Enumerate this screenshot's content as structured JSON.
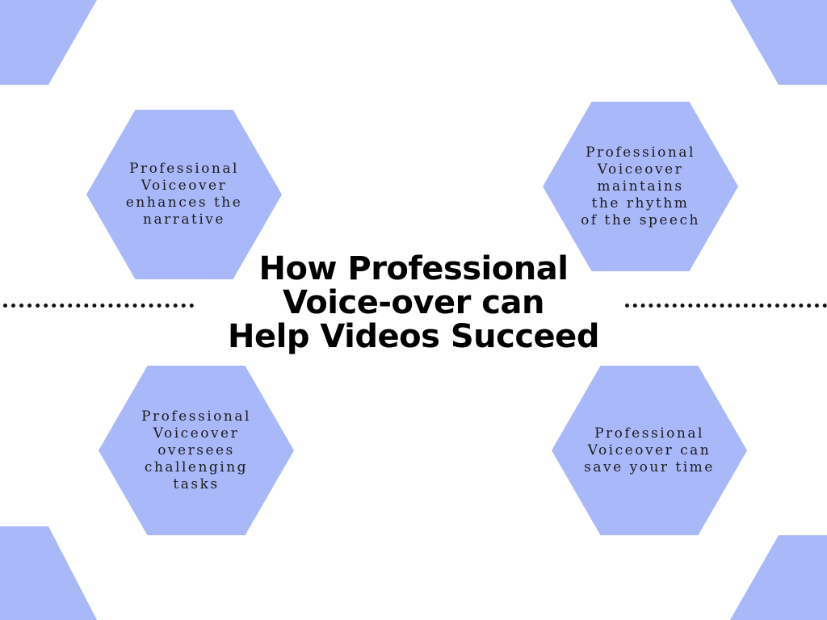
{
  "diagram": {
    "title_lines": [
      "How Professional",
      "Voice-over can",
      "Help Videos Succeed"
    ],
    "nodes": [
      {
        "text": "Professional Voiceover enhances the narrative"
      },
      {
        "text": "Professional Voiceover maintains the rhythm of the speech"
      },
      {
        "text": "Professional Voiceover oversees challenging tasks"
      },
      {
        "text": "Professional Voiceover can save your time"
      }
    ]
  },
  "colors": {
    "hexagon_fill": "#a9b8f9",
    "background": "#ffffff",
    "text": "#1b1b1b"
  }
}
